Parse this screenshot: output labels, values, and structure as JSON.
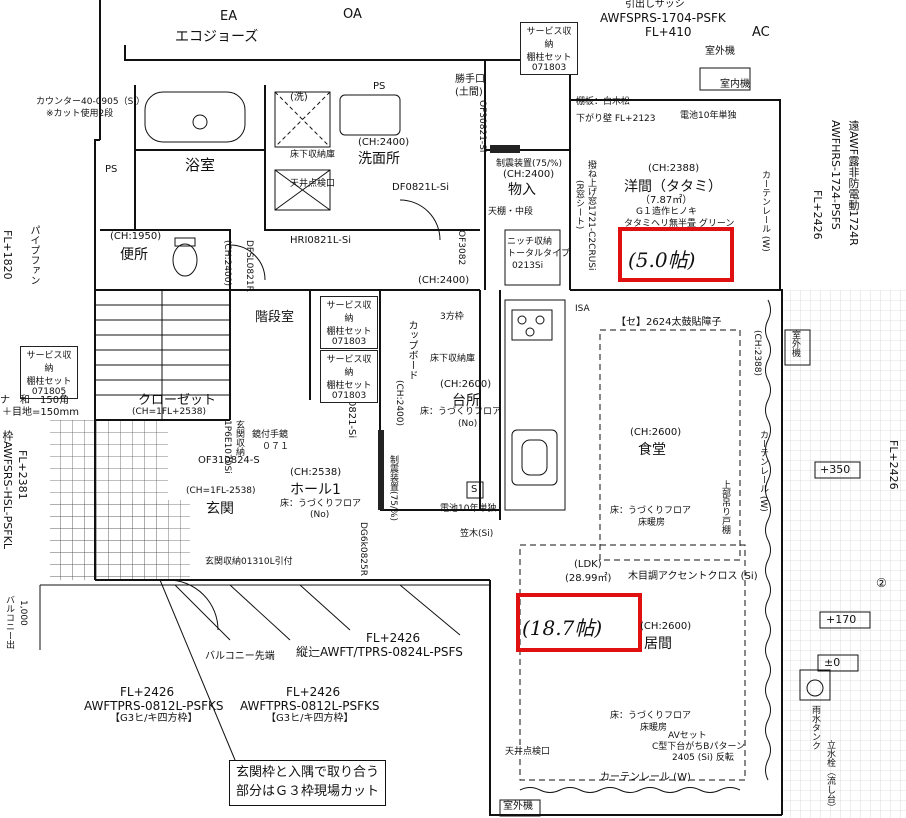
{
  "top": {
    "ea": "EA",
    "oa": "OA",
    "ac": "AC",
    "sash_cut": "引出しサッシ",
    "sash_code": "AWFSPRS-1704-PSFK",
    "sash_fl": "FL+410",
    "outdoor_unit": "室外機",
    "indoor_unit": "室内機",
    "eco_joes": "エコジョーズ",
    "kitchen_door": "勝手口",
    "kitchen_door_sub": "(土間)"
  },
  "left": {
    "counter": "カウンター40-0905（Si）",
    "counter_note": "※カット使用2段",
    "pipe_fan": "パイプファン",
    "left_fl": "FL+1820",
    "service_shelf": "サービス収納",
    "service_shelf2": "棚柱セット",
    "service_code": "071805",
    "lintel": "ナ　和　150角",
    "lintel_sub": "＋目地=150mm",
    "balcony_side": "バルコニー出",
    "balcony_dim": "1,000",
    "left_frame": "枠AWFSRS-HSL-PSFKL",
    "left_frame_fl": "FL+2381"
  },
  "rooms": {
    "bath": "浴室",
    "washroom": "洗面所",
    "washroom_ch": "(CH:2400)",
    "toilet": "便所",
    "toilet_ch": "(CH:1950)",
    "stair": "階段室",
    "closet": "クローゼット",
    "closet_ch": "(CH=1FL+2538)",
    "hall": "ホール1",
    "hall_ch": "(CH:2538)",
    "hall_floor": "床：うづくりフロア",
    "hall_floor_no": "(No)",
    "entrance": "玄関",
    "entrance_ch": "(CH=1FL-2538)",
    "storage": "物入",
    "storage_ch": "(CH:2400)",
    "storage_shelf": "天棚・中段",
    "kitchen": "台所",
    "kitchen_ch": "(CH:2600)",
    "kitchen_floor": "床：うづくりフロア",
    "kitchen_floor_no": "(No)",
    "western": "洋間（タタミ）",
    "western_ch": "(CH:2388)",
    "western_area": "（7.87㎡）",
    "western_note": "G１造作ヒノキ",
    "dining": "食堂",
    "dining_ch": "(CH:2600)",
    "dining_floor": "床：うづくりフロア",
    "dining_heat": "床暖房",
    "ldk": "(LDK)",
    "ldk_area": "(28.99㎡)",
    "living": "居間",
    "living_ch": "(CH:2600)",
    "living_floor": "床：うづくりフロア",
    "living_heat": "床暖房",
    "cupboard": "カップボード",
    "ch2400a": "(CH:2400)",
    "ch2400b": "(CH:2400)",
    "ch2400c": "(CH:2400)",
    "ch2388": "(CH:2388)"
  },
  "fixtures": {
    "underfloor_wash": "床下収納庫",
    "hatch": "天井点検口",
    "door_df": "DF0821L-Si",
    "door_hr": "HRI0821L-Si",
    "door_of1": "OF3082",
    "door_of2": "OF30821-Si",
    "door_of3": "OF30821-Si",
    "door_of4": "OF310824-S",
    "door_dg": "DG6k0825R",
    "door_dfs": "DFSL0821R",
    "service1": "サービス収納",
    "service1b": "棚柱セット",
    "service1c": "071803",
    "service2": "サービス収納",
    "service2b": "棚柱セット",
    "service2c": "071803",
    "service3": "サービス収納",
    "service3b": "棚柱セット",
    "service3c": "071803",
    "three_sides": "3方枠",
    "underfloor_kitchen": "床下収納庫",
    "battery1": "電池10年単独",
    "battery2": "電池10年単独",
    "battery3": "電池10年単独",
    "baseboard": "笠木(Si)",
    "shoe_box": "玄関収納01310L引付",
    "entrance_box2": "玄関収納",
    "entrance_box2b": "1P6E1070Si",
    "mirror": "鏡付手鏡",
    "mirror2": "０７１",
    "shelf_board": "棚板：白木松",
    "hang_wall": "下がり壁 FL+2123",
    "tatami_side": "タタミヘリ無半畳 グリーン",
    "niche": "ニッチ収納",
    "niche2": "トータルタイプ",
    "niche_code": "0213Si",
    "upper_frame": "撥ね上げ窓1721-C2CRUSi",
    "upper_frame2": "(R窓シート)",
    "drum_door": "【セ】2624太鼓貼障子",
    "curtain_rail1": "カーテンレール (W)",
    "curtain_rail2": "カーテンレール (W)",
    "curtain_rail3": "カーテンレール (W)",
    "accent_cloth": "木目調アクセントクロス (Si)",
    "upper_window": "上部吊り戸棚",
    "av_set": "AVセット",
    "av_set2": "C型下台がちBパターン",
    "av_set3": "2405 (Si) 反転",
    "hatch2": "天井点検口",
    "outdoor2": "室外機",
    "outdoor3": "室外機",
    "rain_tank": "雨水タンク",
    "faucet": "立水栓（流し台）",
    "earthquake": "制震装置(75/%)",
    "earthquake2": "制震装置(75/%)",
    "s_mark": "S",
    "pt": "PS",
    "ps2": "PS",
    "wash_mark": "(洗)",
    "isa1": "ISA",
    "mark2": "②"
  },
  "right": {
    "right_fl": "FL+2426",
    "right_code": "AWFHRS-1724-PSFS",
    "right_note": "遠AWF露非防電動1724R",
    "plus350": "+350",
    "plus170": "+170",
    "plus0": "±0",
    "right_fl2": "FL+2426"
  },
  "bottom": {
    "fl_center": "FL+2426",
    "center_code": "縦辷AWFT/TPRS-0824L-PSFS",
    "balcony_tip": "バルコニー先端",
    "fl_l": "FL+2426",
    "code_l": "AWFTPRS-0812L-PSFKS",
    "frame_l": "【G3ヒ/キ四方枠】",
    "fl_r": "FL+2426",
    "code_r": "AWFTPRS-0812L-PSFKS",
    "frame_r": "【G3ヒ/キ四方枠】",
    "note_line1": "玄関枠と入隅で取り合う",
    "note_line2": "部分はＧ３枠現場カット",
    "outdoor_bottom": "室外機"
  },
  "handwritten": {
    "western_size": "(5.0帖)",
    "living_size": "(18.7帖)"
  },
  "colors": {
    "highlight": "#e01010",
    "line": "#111111",
    "grid": "#888888"
  }
}
